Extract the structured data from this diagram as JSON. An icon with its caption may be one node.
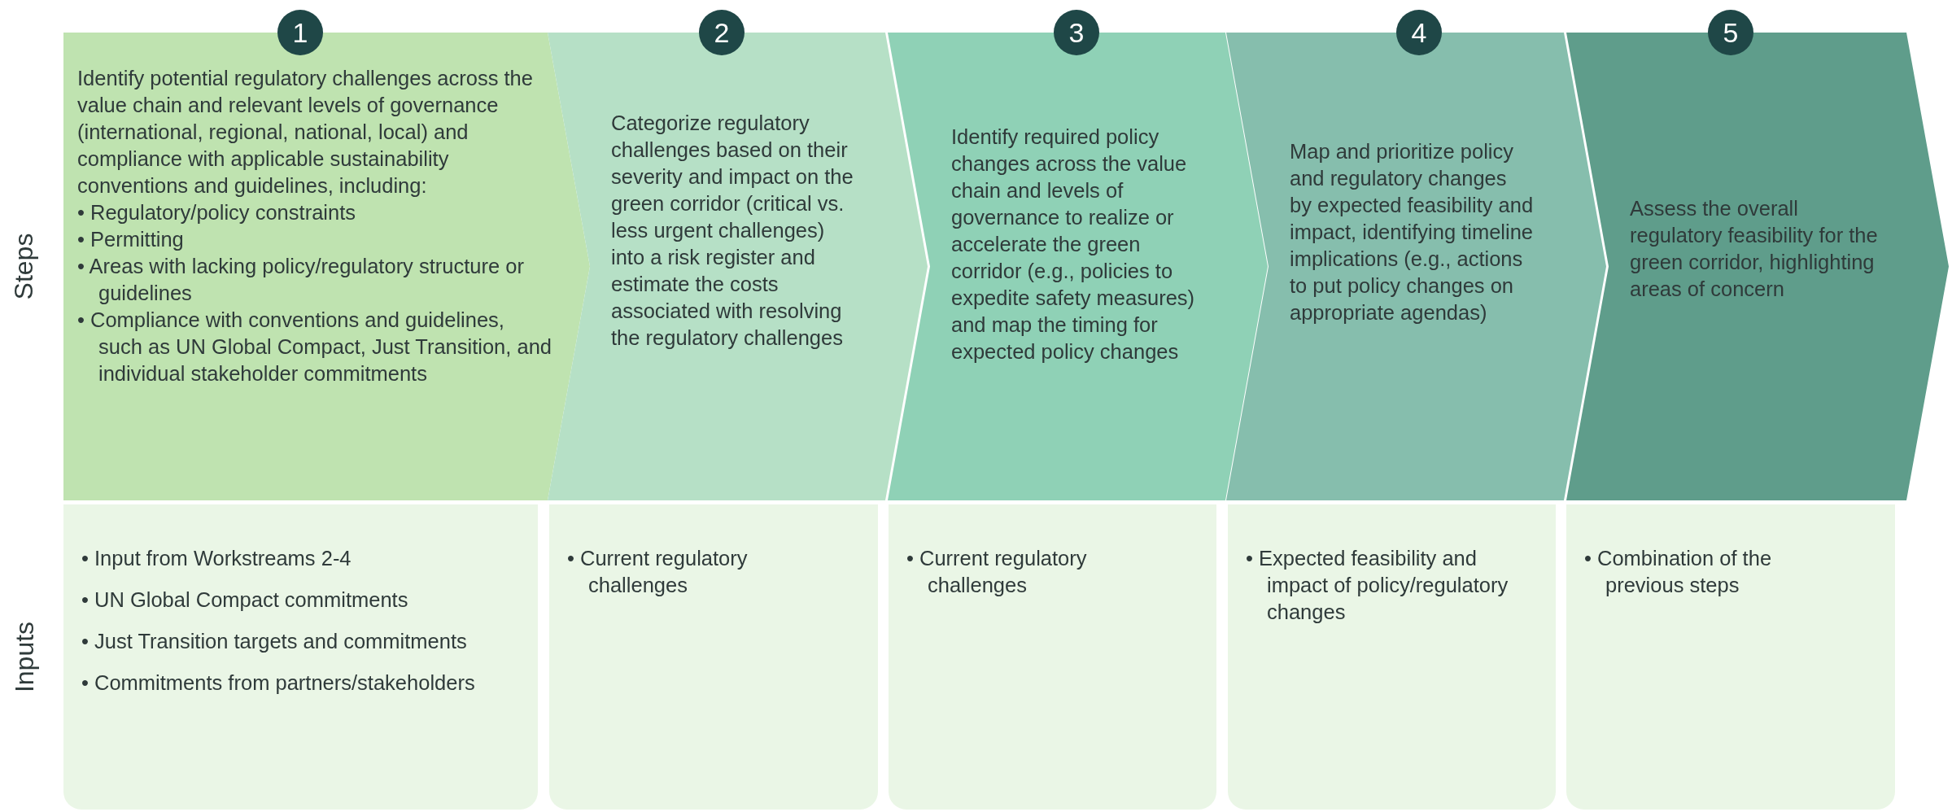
{
  "diagram": {
    "nodes": [
      {
        "text": [
          "1"
        ]
      },
      {
        "text": [
          "2"
        ]
      },
      {
        "text": [
          "3"
        ]
      },
      {
        "text": [
          "4"
        ]
      },
      {
        "text": [
          "5"
        ]
      },
      {
        "text": [
          "Identify potential regulatory challenges across the value chain and relevant levels of governance (international, regional, national, local) and compliance with applicable sustainability conventions and guidelines, including:",
          "• Regulatory/policy constraints",
          "• Permitting",
          "• Areas with lacking policy/regulatory structure or guidelines",
          "• Compliance with conventions and guidelines, such as UN Global Compact, Just Transition, and individual stakeholder commitments"
        ]
      },
      {
        "text": [
          "Categorize regulatory challenges based on their severity and impact on the green corridor (critical vs. less urgent challenges) into a risk register and estimate the costs associated with resolving the regulatory challenges"
        ]
      },
      {
        "text": [
          "Identify required policy changes across the value chain and levels of governance to realize or accelerate the green corridor (e.g., policies to expedite safety measures) and map the timing for expected policy changes"
        ]
      },
      {
        "text": [
          "Map and prioritize policy and regulatory changes by expected feasibility and impact, identifying timeline implications (e.g., actions to put policy changes on appropriate agendas)"
        ]
      },
      {
        "text": [
          "Assess the overall regulatory feasibility for the green corridor, highlighting areas of concern"
        ]
      },
      {
        "text": [
          "• Input from Workstreams 2-4",
          "• UN Global Compact commitments",
          "• Just Transition targets and commitments",
          "• Commitments from partners/stakeholders"
        ]
      },
      {
        "text": [
          "• Current regulatory challenges"
        ]
      },
      {
        "text": [
          "• Current regulatory challenges"
        ]
      },
      {
        "text": [
          "• Expected feasibility and impact of policy/regulatory changes"
        ]
      },
      {
        "text": [
          "• Combination of the previous steps"
        ]
      }
    ],
    "edges": [],
    "labels": [
      "Steps",
      "Inputs"
    ]
  }
}
